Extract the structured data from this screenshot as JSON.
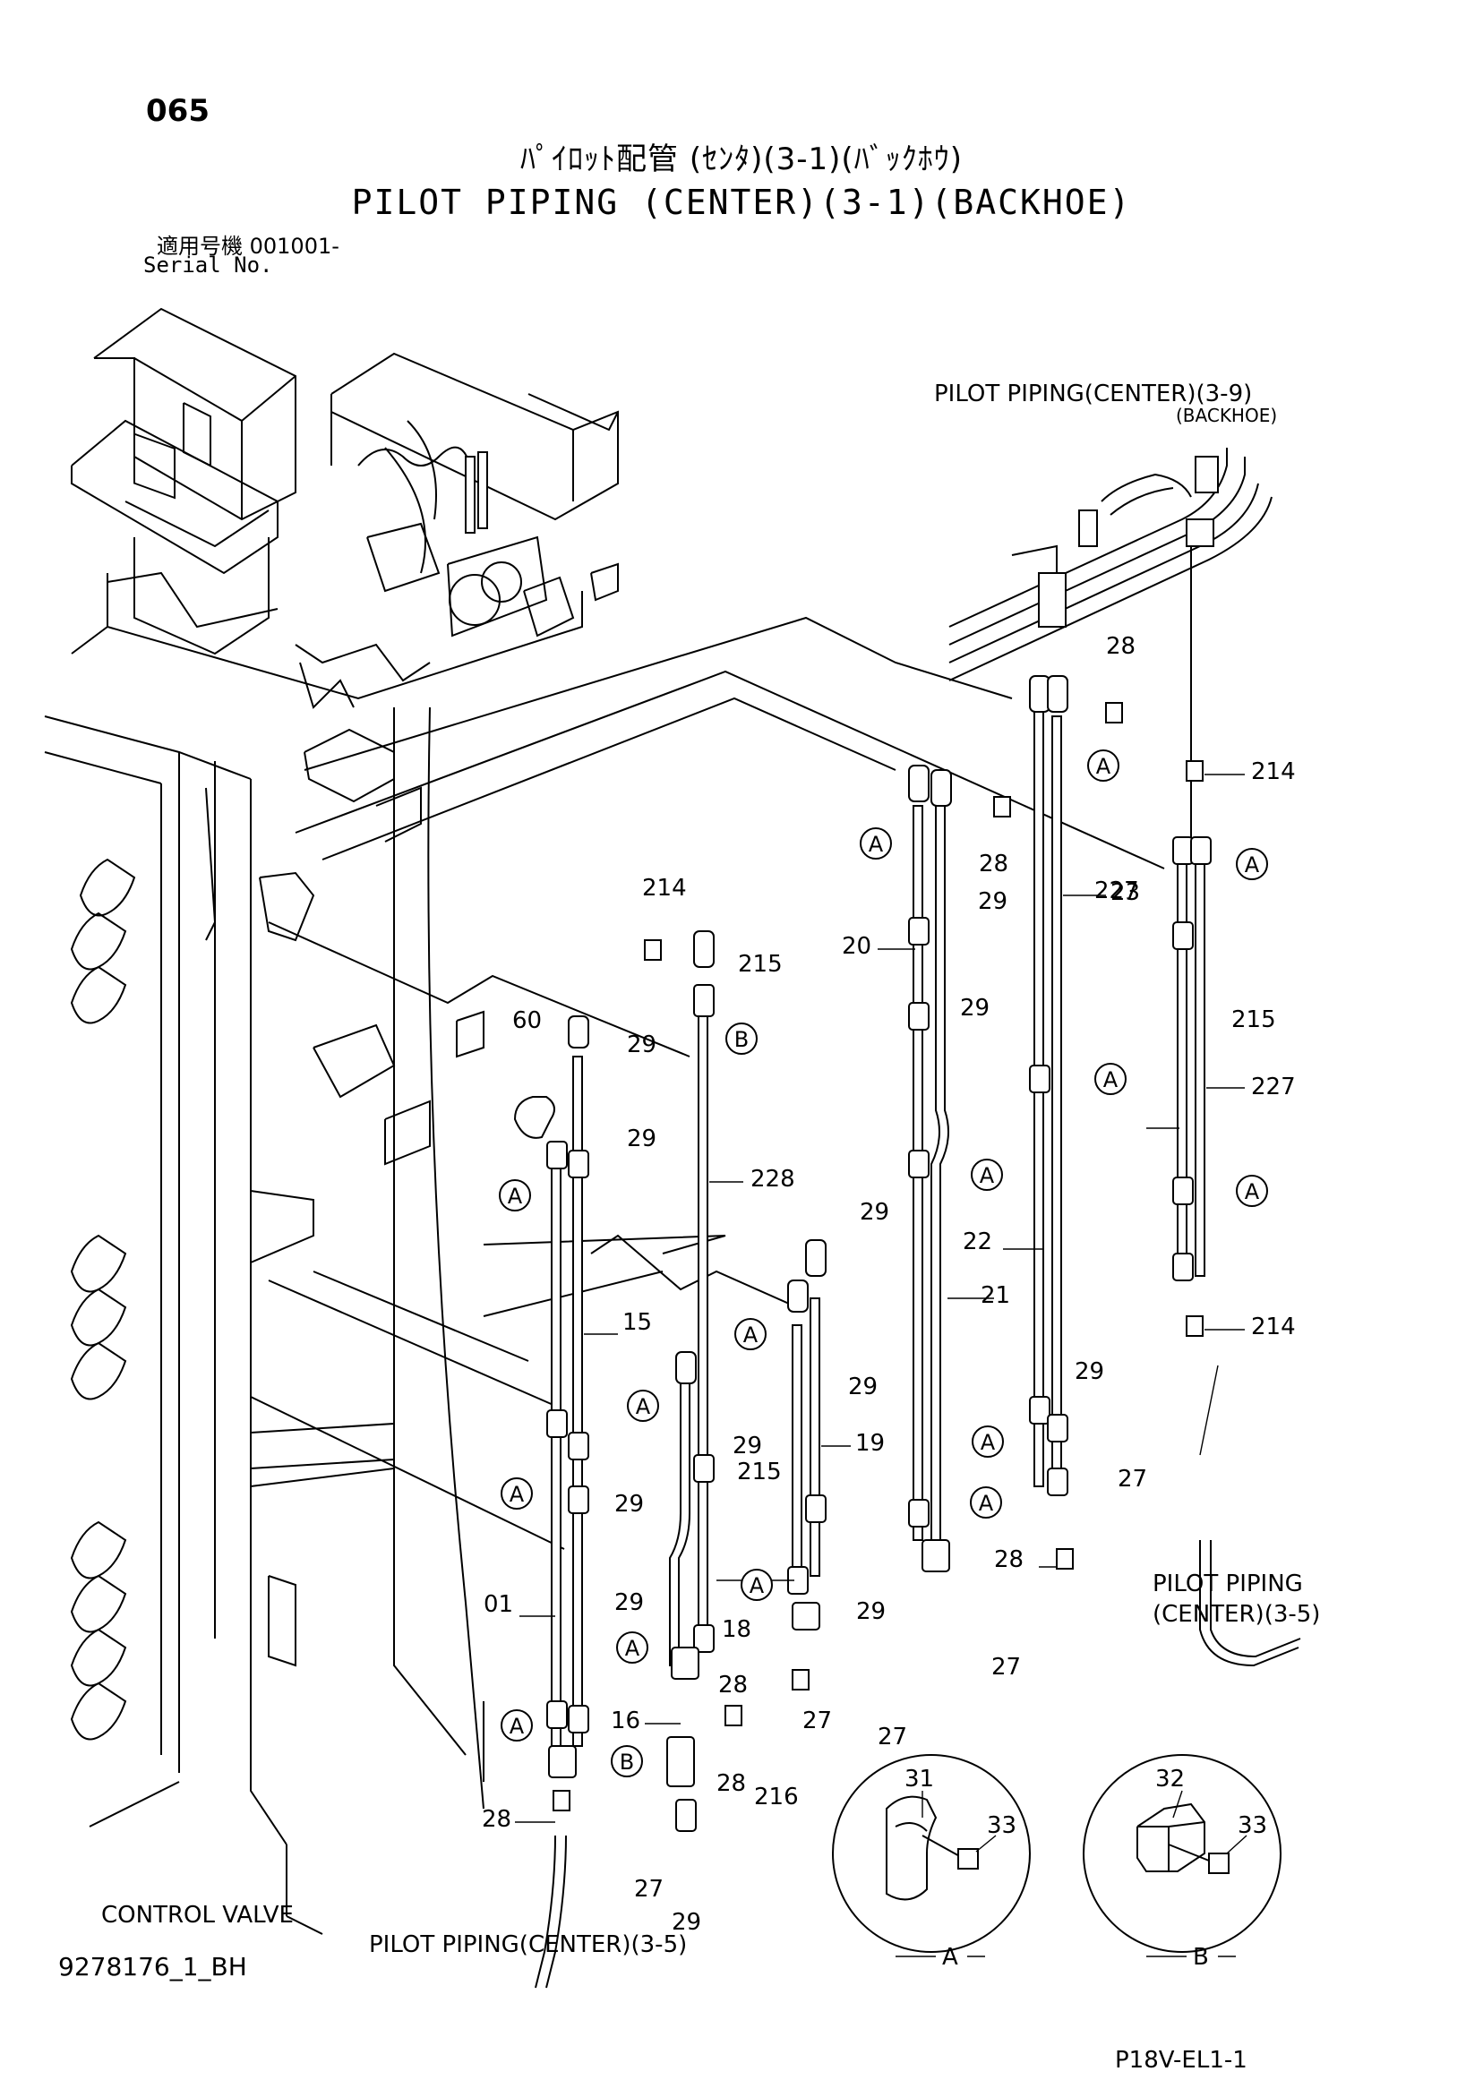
{
  "header": {
    "page_number": "065",
    "title_jp": "ﾊﾟｲﾛｯﾄ配管 (ｾﾝﾀ)(3-1)(ﾊﾞｯｸﾎｳ)",
    "title_en": "PILOT PIPING (CENTER)(3-1)(BACKHOE)",
    "serial_jp": "適用号機 001001-",
    "serial_en": "Serial No."
  },
  "footer": {
    "doc_id": "9278176_1_BH",
    "sheet_code": "P18V-EL1-1"
  },
  "references": {
    "top_right": "PILOT PIPING(CENTER)(3-9)",
    "top_right_sub": "(BACKHOE)",
    "right_lower_1": "PILOT PIPING",
    "right_lower_2": "(CENTER)(3-5)",
    "bottom_center": "PILOT PIPING(CENTER)(3-5)",
    "control_valve": "CONTROL VALVE"
  },
  "part_labels": {
    "p01": "01",
    "p15": "15",
    "p16": "16",
    "p18": "18",
    "p19": "19",
    "p20": "20",
    "p21": "21",
    "p22": "22",
    "p23": "23",
    "p27": "27",
    "p28": "28",
    "p29": "29",
    "p31": "31",
    "p32": "32",
    "p33": "33",
    "p60": "60",
    "p214": "214",
    "p215": "215",
    "p216": "216",
    "p227": "227",
    "p228": "228"
  },
  "detail_markers": {
    "a": "A",
    "b": "B"
  }
}
